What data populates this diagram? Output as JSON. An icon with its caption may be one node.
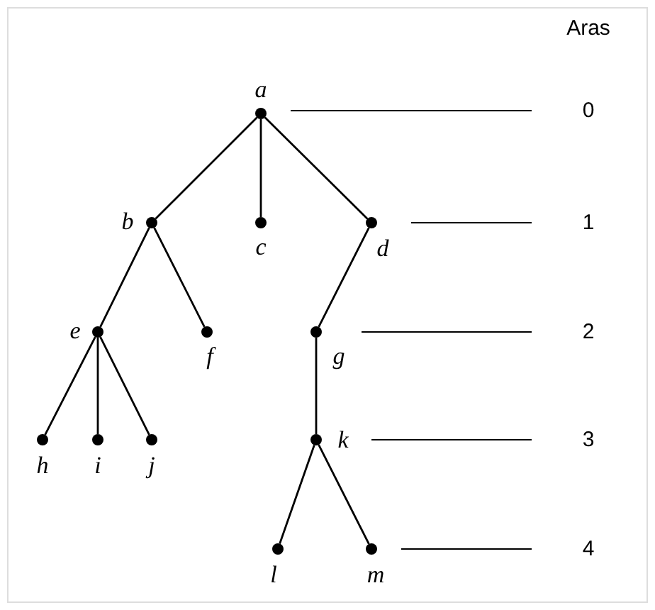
{
  "diagram": {
    "nodes": [
      {
        "text": [
          "a"
        ]
      },
      {
        "text": [
          "b"
        ]
      },
      {
        "text": [
          "c"
        ]
      },
      {
        "text": [
          "d"
        ]
      },
      {
        "text": [
          "e"
        ]
      },
      {
        "text": [
          "f"
        ]
      },
      {
        "text": [
          "g"
        ]
      },
      {
        "text": [
          "h"
        ]
      },
      {
        "text": [
          "i"
        ]
      },
      {
        "text": [
          "j"
        ]
      },
      {
        "text": [
          "k"
        ]
      },
      {
        "text": [
          "l"
        ]
      },
      {
        "text": [
          "m"
        ]
      }
    ],
    "edges": [
      {
        "from": 0,
        "to": 1,
        "arrow": "none"
      },
      {
        "from": 0,
        "to": 2,
        "arrow": "none"
      },
      {
        "from": 0,
        "to": 3,
        "arrow": "none"
      },
      {
        "from": 1,
        "to": 4,
        "arrow": "none"
      },
      {
        "from": 1,
        "to": 5,
        "arrow": "none"
      },
      {
        "from": 3,
        "to": 6,
        "arrow": "none"
      },
      {
        "from": 4,
        "to": 7,
        "arrow": "none"
      },
      {
        "from": 4,
        "to": 8,
        "arrow": "none"
      },
      {
        "from": 4,
        "to": 9,
        "arrow": "none"
      },
      {
        "from": 6,
        "to": 10,
        "arrow": "none"
      },
      {
        "from": 10,
        "to": 11,
        "arrow": "none"
      },
      {
        "from": 10,
        "to": 12,
        "arrow": "none"
      }
    ],
    "labels": [
      "Aras",
      "0",
      "1",
      "2",
      "3",
      "4"
    ]
  }
}
